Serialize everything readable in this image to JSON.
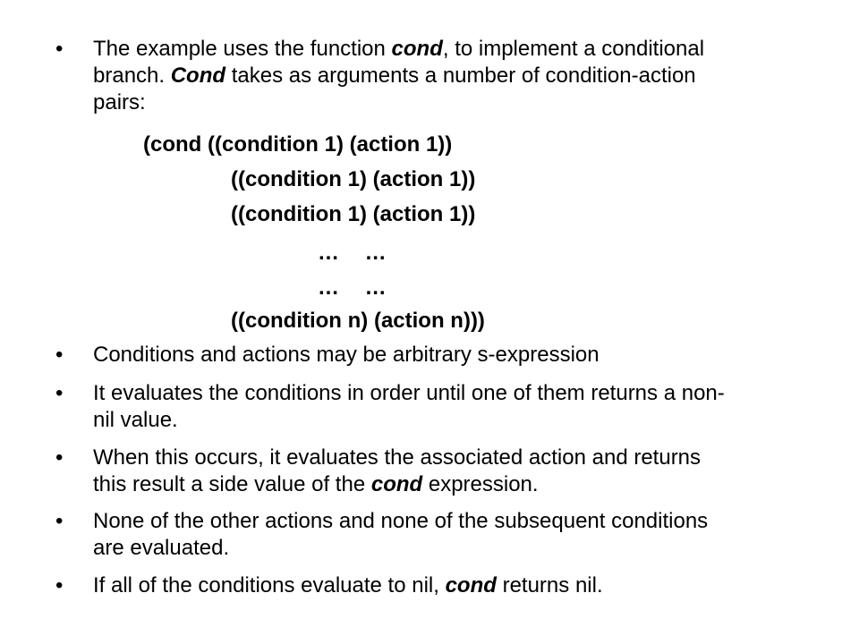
{
  "bullets": [
    {
      "lines": [
        [
          "The example uses the function ",
          "cond",
          ", to implement a conditional"
        ],
        [
          "branch. ",
          "Cond",
          " takes as arguments a number of condition-action"
        ],
        [
          "pairs:"
        ]
      ]
    },
    {
      "lines": [
        [
          "Conditions and actions may be arbitrary s-expression"
        ]
      ]
    },
    {
      "lines": [
        [
          "It evaluates the conditions in order until one of them returns a non-"
        ],
        [
          "nil value."
        ]
      ]
    },
    {
      "lines": [
        [
          "When this occurs, it evaluates the associated action and returns"
        ],
        [
          "this result a side value of the ",
          "cond",
          " expression."
        ]
      ]
    },
    {
      "lines": [
        [
          "None of the other actions and none of the subsequent conditions"
        ],
        [
          "are evaluated."
        ]
      ]
    },
    {
      "lines": [
        [
          "If all of the conditions evaluate to nil, ",
          "cond",
          " returns nil."
        ]
      ]
    }
  ],
  "code": [
    "(cond ((condition 1) (action 1))",
    "((condition 1) (action 1))",
    "((condition 1) (action 1))",
    "… …",
    "… …",
    "((condition n) (action n)))"
  ],
  "bullet_glyph": "•"
}
